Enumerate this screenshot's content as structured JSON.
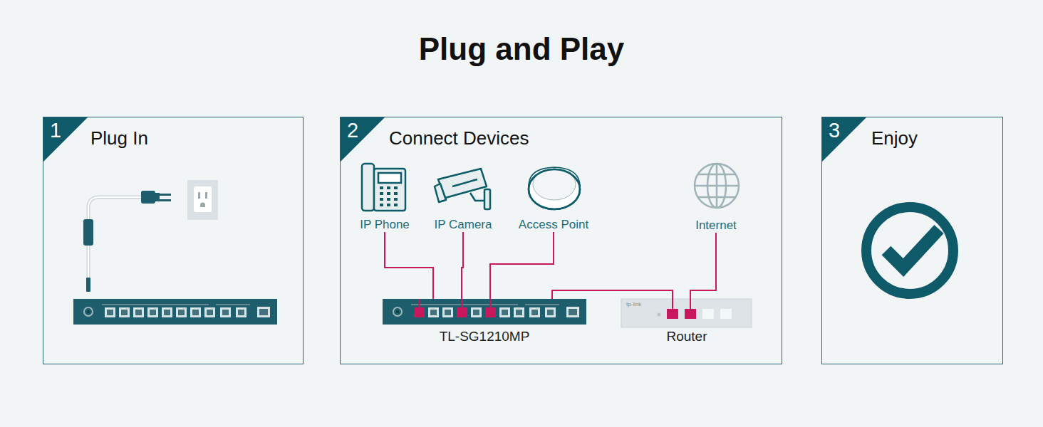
{
  "diagram": {
    "title": "Plug and Play",
    "nodes": [
      {
        "text": [
          "1",
          "Plug In"
        ]
      },
      {
        "text": [
          "2",
          "Connect Devices"
        ]
      },
      {
        "text": [
          "IP Phone"
        ],
        "in": 1
      },
      {
        "text": [
          "IP Camera"
        ],
        "in": 1
      },
      {
        "text": [
          "Access Point"
        ],
        "in": 1
      },
      {
        "text": [
          "Internet"
        ],
        "in": 1
      },
      {
        "text": [
          "TL-SG1210MP"
        ],
        "in": 1
      },
      {
        "text": [
          "tp-link",
          "Router"
        ],
        "in": 1
      },
      {
        "text": [
          "3",
          "Enjoy"
        ]
      }
    ],
    "edges": [
      {
        "from": 2,
        "to": 6,
        "arrow": "none"
      },
      {
        "from": 3,
        "to": 6,
        "arrow": "none"
      },
      {
        "from": 4,
        "to": 6,
        "arrow": "none"
      },
      {
        "from": 6,
        "to": 7,
        "arrow": "none"
      },
      {
        "from": 5,
        "to": 7,
        "arrow": "none"
      }
    ]
  }
}
